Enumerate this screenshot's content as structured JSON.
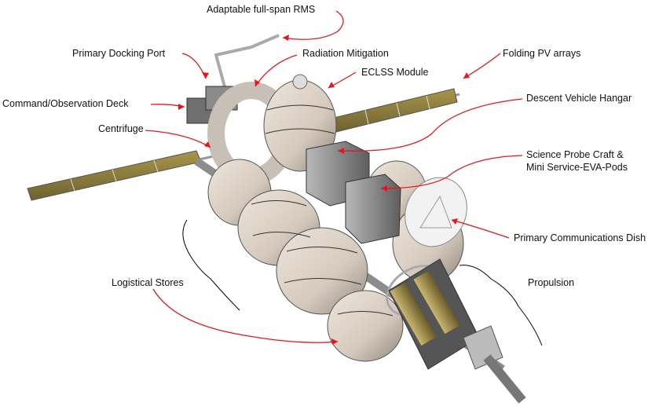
{
  "diagram": {
    "labels": {
      "rms": "Adaptable full-span RMS",
      "docking_port": "Primary Docking Port",
      "radiation": "Radiation Mitigation",
      "pv_arrays": "Folding PV arrays",
      "eclss": "ECLSS Module",
      "command_deck": "Command/Observation Deck",
      "descent_hangar": "Descent Vehicle Hangar",
      "centrifuge": "Centrifuge",
      "science_probe_line1": "Science Probe Craft &",
      "science_probe_line2": "Mini Service-EVA-Pods",
      "comm_dish": "Primary Communications Dish",
      "logistical_stores": "Logistical Stores",
      "propulsion": "Propulsion"
    },
    "colors": {
      "arrow": "#e8141b",
      "module": "#d9cfc3",
      "panel": "#8a7a3a",
      "frame": "#9a9a9a"
    }
  }
}
